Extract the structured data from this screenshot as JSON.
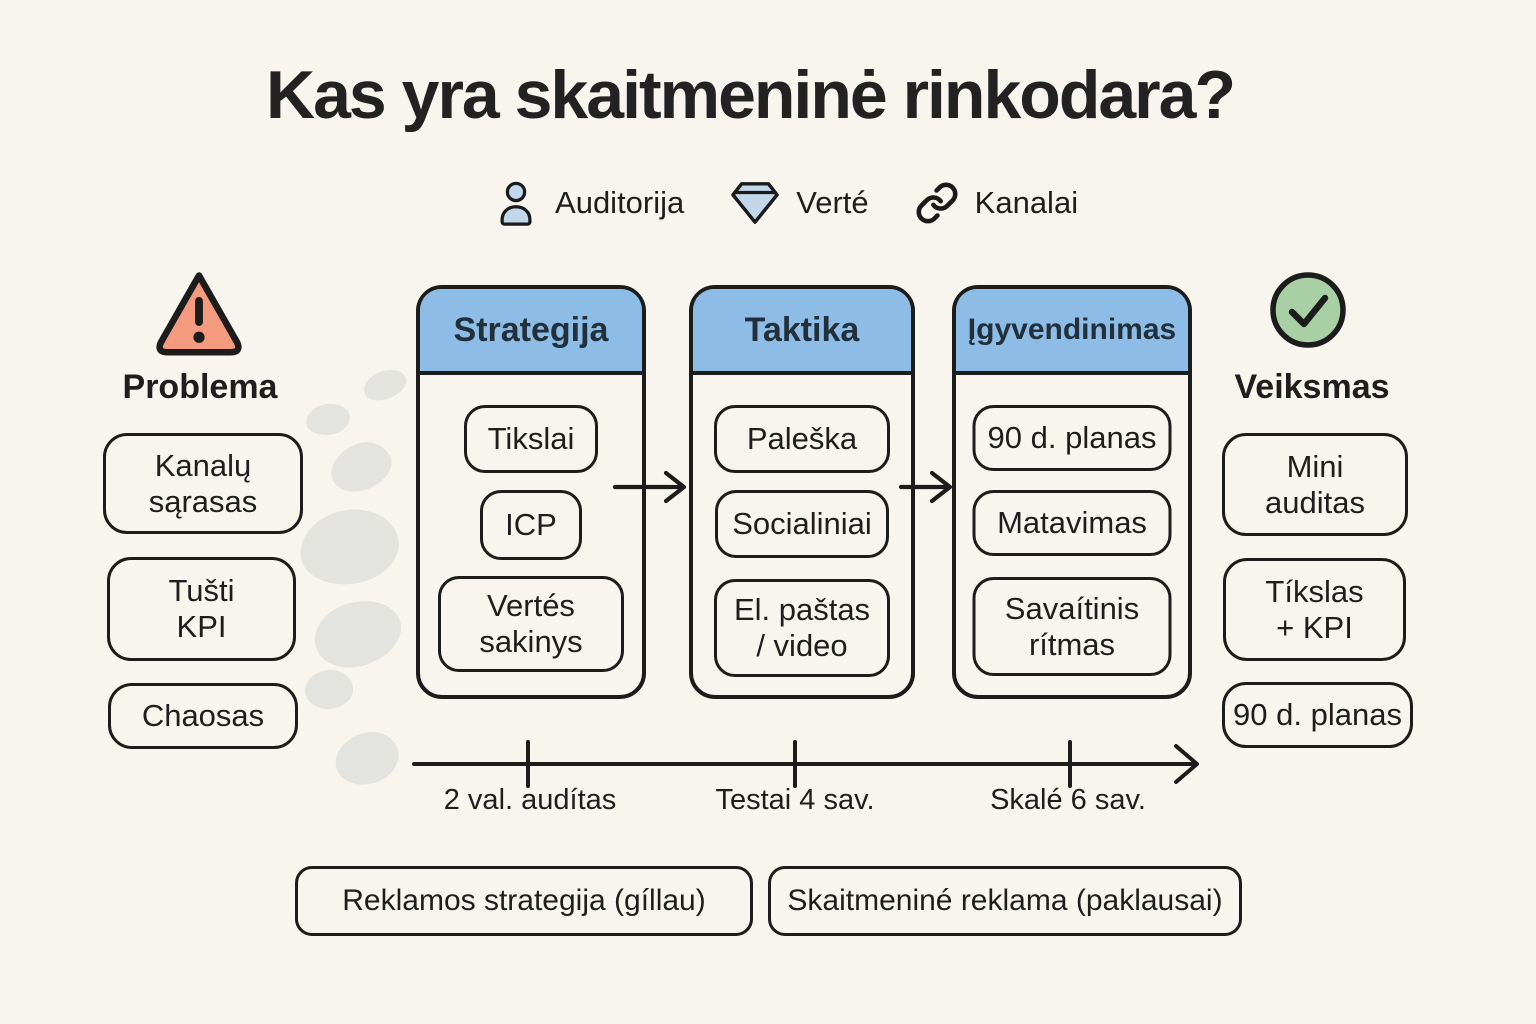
{
  "title": "Kas yra skaitmeninė rinkodara?",
  "legend": {
    "items": [
      {
        "icon": "person-icon",
        "label": "Auditorija"
      },
      {
        "icon": "diamond-icon",
        "label": "Verté"
      },
      {
        "icon": "link-icon",
        "label": "Kanalai"
      }
    ]
  },
  "problem": {
    "heading": "Problema",
    "items": [
      "Kanalų\nsąrasas",
      "Tušti\nKPI",
      "Chaosas"
    ]
  },
  "columns": [
    {
      "header": "Strategija",
      "items": [
        "Tikslai",
        "ICP",
        "Vertés\nsakinys"
      ]
    },
    {
      "header": "Taktika",
      "items": [
        "Paleška",
        "Socialiniai",
        "El. paštas\n/ video"
      ]
    },
    {
      "header": "Įgyvendinimas",
      "items": [
        "90 d. planas",
        "Matavimas",
        "Savaítinis\nrítmas"
      ]
    }
  ],
  "action": {
    "heading": "Veiksmas",
    "items": [
      "Mini\nauditas",
      "Tíkslas\n+ KPI",
      "90 d. planas"
    ]
  },
  "timeline": {
    "labels": [
      "2 val. audítas",
      "Testai 4 sav.",
      "Skalé 6 sav."
    ]
  },
  "footer": {
    "boxes": [
      "Reklamos strategija (gíllau)",
      "Skaitmeniné reklama (paklausai)"
    ]
  },
  "colors": {
    "background": "#F8F5EE",
    "header_blue": "#8DBCE6",
    "warning_salmon": "#F49B7F",
    "check_green": "#A9CFA4",
    "icon_blue": "#C3D7EA",
    "stroke": "#1C1C1C",
    "blob_gray": "#E3E3DF"
  }
}
